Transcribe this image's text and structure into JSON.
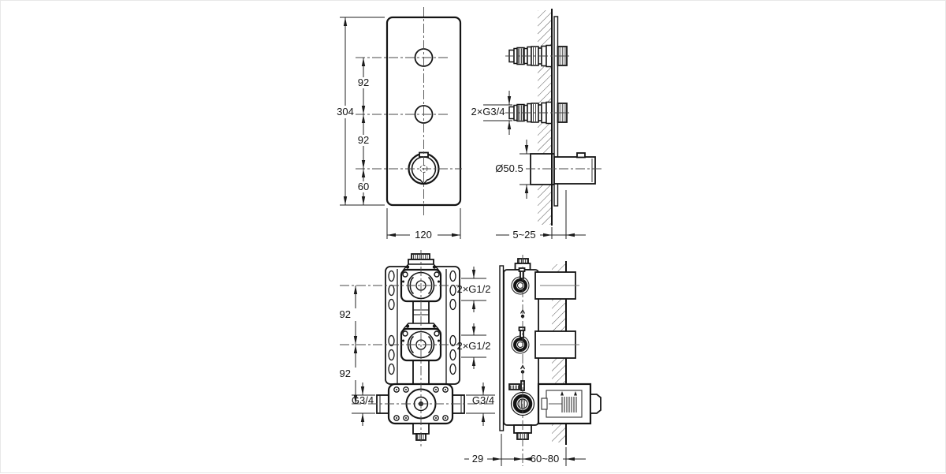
{
  "drawing": {
    "title": "concealed-thermostatic-valve-installation-drawing",
    "colors": {
      "line": "#141414",
      "dimension": "#222222",
      "background": "#ffffff"
    },
    "views": {
      "trim_front": {
        "dims": {
          "overall_height": "304",
          "spacing_top": "92",
          "spacing_mid": "92",
          "spacing_bottom": "60",
          "plate_width": "120"
        }
      },
      "trim_side": {
        "dims": {
          "inlet_thread": "2×G3/4",
          "knob_diameter": "Ø50.5",
          "wall_range": "5~25"
        }
      },
      "rough_front": {
        "dims": {
          "spacing_top": "92",
          "spacing_bottom": "92",
          "outlet_left": "G3/4",
          "outlet_right": "G3/4",
          "port_top": "2×G1/2",
          "port_mid": "2×G1/2"
        }
      },
      "rough_side": {
        "dims": {
          "center_offset": "29",
          "depth_range": "60~80"
        }
      }
    }
  }
}
